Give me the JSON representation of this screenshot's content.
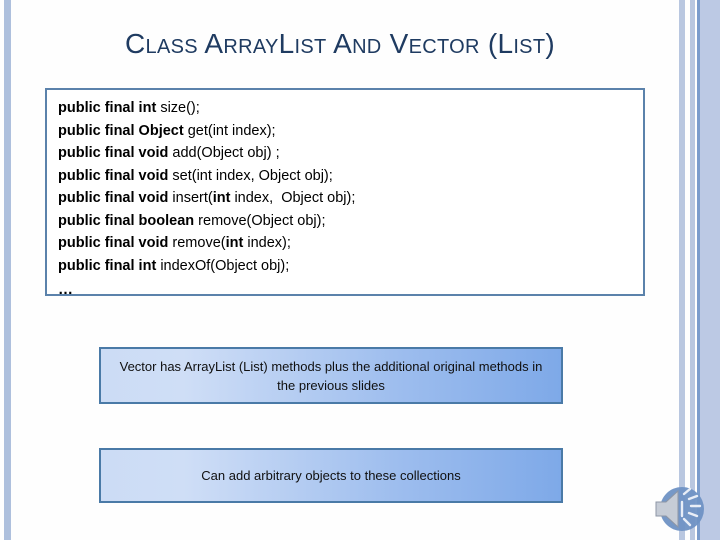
{
  "slide": {
    "title": "Class ArrayList And Vector (List)",
    "title_color": "#1f3b61",
    "background_color": "#fefefe",
    "accent_color": "#5b82ab",
    "stripe_color": "#b9c7e0"
  },
  "code_block": {
    "border_color": "#5b82ab",
    "lines": [
      {
        "bold_prefix": "public final int ",
        "rest": "size();"
      },
      {
        "bold_prefix": "public final Object ",
        "rest": "get(int index);"
      },
      {
        "bold_prefix": "public final void ",
        "rest": "add(Object obj) ;"
      },
      {
        "bold_prefix": "public final void ",
        "rest": "set(int index, Object obj);"
      },
      {
        "bold_prefix": "public final void ",
        "rest": "insert(",
        "bold_mid": "int",
        "rest2": " index,  Object obj);"
      },
      {
        "bold_prefix": "public final boolean ",
        "rest": "remove(Object obj);"
      },
      {
        "bold_prefix": "public final void ",
        "rest": "remove(",
        "bold_mid": "int",
        "rest2": " index);"
      },
      {
        "bold_prefix": "public final int ",
        "rest": "indexOf(Object obj);"
      }
    ],
    "ellipsis": "…"
  },
  "callouts": [
    {
      "text": "Vector has ArrayList (List) methods plus the additional original methods in the previous slides",
      "gradient_start": "#ccdcf5",
      "gradient_end": "#7ea9e8",
      "border_color": "#4a7aa7"
    },
    {
      "text": "Can add arbitrary objects to these collections",
      "gradient_start": "#ccdcf5",
      "gradient_end": "#7ea9e8",
      "border_color": "#4a7aa7"
    }
  ],
  "audio_badge": {
    "icon": "speaker-sound-icon",
    "badge_color": "#6f92c4",
    "speaker_color": "#c9cfd8"
  }
}
